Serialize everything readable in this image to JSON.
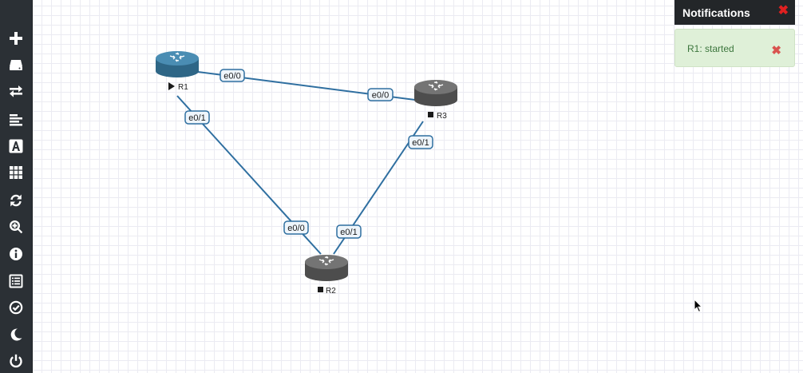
{
  "sidebar": {
    "tools": [
      {
        "icon": "plus-icon",
        "name": "add-node"
      },
      {
        "icon": "drive-icon",
        "name": "browse-devices"
      },
      {
        "icon": "swap-icon",
        "name": "add-link"
      },
      {
        "icon": "align-left-icon",
        "name": "add-note"
      },
      {
        "icon": "font-icon",
        "name": "add-text"
      },
      {
        "icon": "grid-icon",
        "name": "show-grid"
      },
      {
        "icon": "refresh-icon",
        "name": "reload"
      },
      {
        "icon": "zoom-in-icon",
        "name": "zoom"
      },
      {
        "icon": "info-icon",
        "name": "info"
      },
      {
        "icon": "list-icon",
        "name": "list-view"
      },
      {
        "icon": "check-circle-icon",
        "name": "check"
      },
      {
        "icon": "moon-icon",
        "name": "dark-mode"
      },
      {
        "icon": "power-icon",
        "name": "power"
      }
    ]
  },
  "topology": {
    "nodes": [
      {
        "id": "R1",
        "label": "R1",
        "status": "started",
        "status_icon": "play-icon",
        "color": "#3a7aa0"
      },
      {
        "id": "R2",
        "label": "R2",
        "status": "stopped",
        "status_icon": "stop-icon",
        "color": "#6b6b6b"
      },
      {
        "id": "R3",
        "label": "R3",
        "status": "stopped",
        "status_icon": "stop-icon",
        "color": "#6b6b6b"
      }
    ],
    "links": [
      {
        "from": "R1",
        "to": "R3",
        "from_port": "e0/0",
        "to_port": "e0/0"
      },
      {
        "from": "R1",
        "to": "R2",
        "from_port": "e0/1",
        "to_port": "e0/0"
      },
      {
        "from": "R3",
        "to": "R2",
        "from_port": "e0/1",
        "to_port": "e0/1"
      }
    ],
    "link_color": "#2f6fa0"
  },
  "notifications": {
    "title": "Notifications",
    "close_glyph": "✖",
    "items": [
      {
        "text": "R1: started",
        "close_glyph": "✖"
      }
    ]
  }
}
